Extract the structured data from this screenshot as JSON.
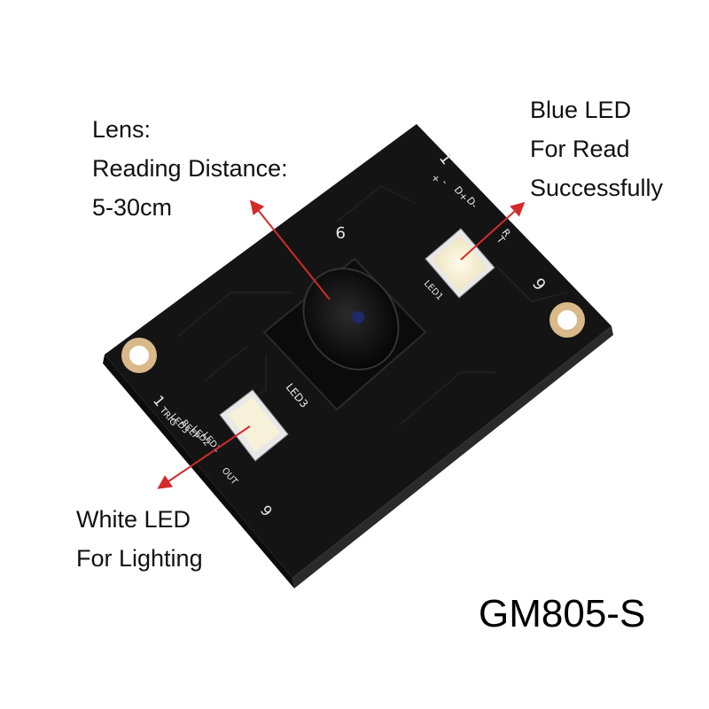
{
  "annotations": {
    "lens": {
      "lines": [
        "Lens:",
        "Reading Distance:",
        "5-30cm"
      ]
    },
    "blue_led": {
      "lines": [
        "Blue LED",
        "For Read",
        "Successfully"
      ]
    },
    "white_led": {
      "lines": [
        "White LED",
        "For Lighting"
      ]
    }
  },
  "model_name": "GM805-S",
  "board_labels": {
    "led1": "LED1",
    "led3": "LED3",
    "pin_list_left": [
      "TRIG",
      "LED3",
      "BEEP",
      "LED2",
      "LED1",
      "OUT"
    ],
    "pin_list_right": [
      "+",
      "-",
      "T",
      "R",
      "D+",
      "D-"
    ],
    "pin_one_left": "1",
    "pin_nine_left": "9",
    "pin_one_right": "1",
    "pin_nine_right": "9",
    "pin_nine_top": "9"
  },
  "colors": {
    "pcb": "#141414",
    "arrow": "#d42a2a",
    "hole_ring": "#d9b98a",
    "led_white": "#f7f1da",
    "text": "#111111"
  }
}
